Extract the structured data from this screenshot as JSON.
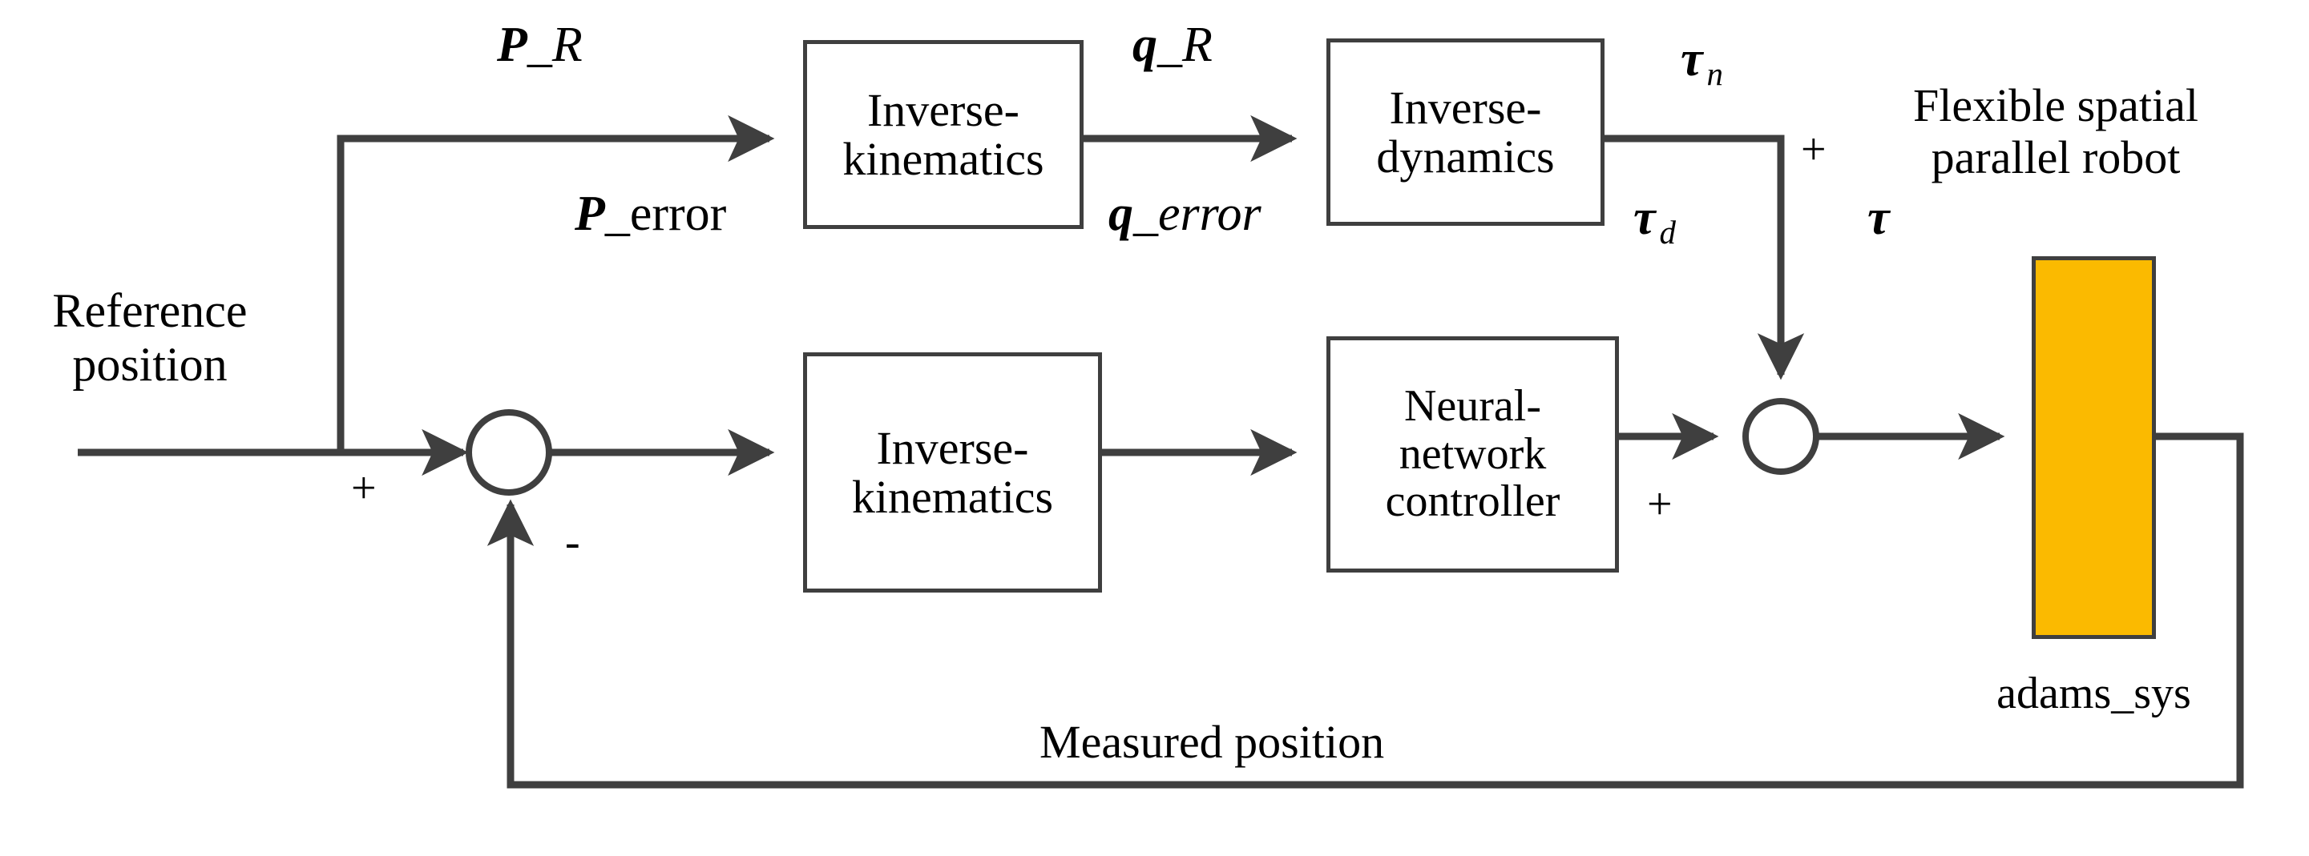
{
  "diagram": {
    "title": "Neural-network control block diagram of a flexible spatial parallel robot",
    "colors": {
      "line": "#3f3f3f",
      "text": "#000000",
      "plant_fill": "#FBBA00",
      "plant_stroke": "#3f3f3f",
      "background": "#ffffff"
    },
    "blocks": [
      {
        "id": "inverse-kinematics-top",
        "line1": "Inverse-",
        "line2": "kinematics",
        "line3": ""
      },
      {
        "id": "inverse-dynamics",
        "line1": "Inverse-",
        "line2": "dynamics",
        "line3": ""
      },
      {
        "id": "inverse-kinematics-bottom",
        "line1": "Inverse-",
        "line2": "kinematics",
        "line3": ""
      },
      {
        "id": "neural-network-controller",
        "line1": "Neural-",
        "line2": "network",
        "line3": "controller"
      }
    ],
    "plant": {
      "caption": "adams_sys",
      "title_line1": "Flexible spatial",
      "title_line2": "parallel robot"
    },
    "input_label": {
      "line1": "Reference",
      "line2": "position"
    },
    "feedback_label": "Measured position",
    "signals": {
      "p_r": {
        "sym": "P",
        "rest": "_R",
        "style": "italic"
      },
      "q_r": {
        "sym": "q",
        "rest": "_R",
        "style": "italic"
      },
      "tau_n": {
        "sym": "τ",
        "sub": "n"
      },
      "p_error": {
        "sym": "P",
        "rest": "_error",
        "style": "upright"
      },
      "q_error": {
        "sym": "q",
        "rest": "_error",
        "style": "italic"
      },
      "tau_d": {
        "sym": "τ",
        "sub": "d"
      },
      "tau": {
        "sym": "τ",
        "sub": ""
      }
    },
    "signs": {
      "sum_left_plus": "+",
      "sum_left_minus": "-",
      "sum_right_top_plus": "+",
      "sum_right_left_plus": "+"
    }
  }
}
